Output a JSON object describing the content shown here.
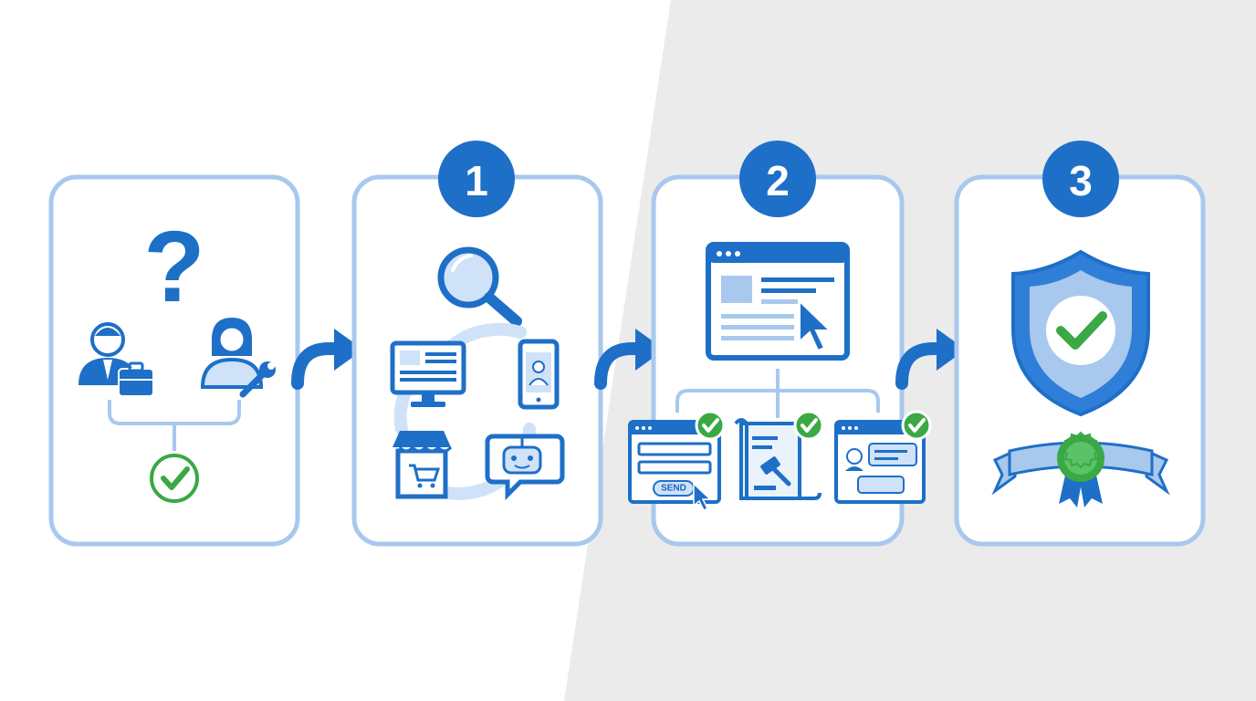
{
  "panels": [
    {
      "id": "panel-intro"
    },
    {
      "id": "panel-step-1",
      "badge": "1"
    },
    {
      "id": "panel-step-2",
      "badge": "2"
    },
    {
      "id": "panel-step-3",
      "badge": "3"
    }
  ],
  "intro": {
    "symbol": "?"
  },
  "step2": {
    "form_button_label": "SEND"
  },
  "colors": {
    "primary": "#1e6fc7",
    "panel_border": "#a8c8ee",
    "light_blue": "#cfe2f8",
    "check_green": "#3aa845",
    "background_gray": "#ebebeb"
  },
  "icons": [
    "question-mark-icon",
    "businessman-icon",
    "briefcase-icon",
    "woman-icon",
    "wrench-icon",
    "green-check-icon",
    "magnifier-icon",
    "monitor-icon",
    "smartphone-icon",
    "storefront-cart-icon",
    "chatbot-icon",
    "browser-cursor-icon",
    "form-send-icon",
    "legal-document-gavel-icon",
    "chat-window-icon",
    "shield-check-icon",
    "award-ribbon-icon",
    "flow-arrow-icon"
  ]
}
